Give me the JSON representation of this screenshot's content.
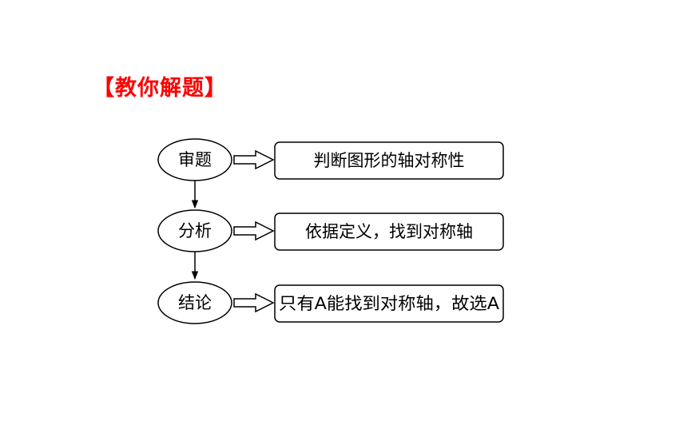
{
  "title": "【教你解题】",
  "colors": {
    "title": "#ff0000",
    "stroke": "#000000",
    "background": "#ffffff"
  },
  "steps": [
    {
      "label": "审题",
      "description": "判断图形的轴对称性"
    },
    {
      "label": "分析",
      "description": "依据定义，找到对称轴"
    },
    {
      "label": "结论",
      "description": "只有A能找到对称轴，故选A"
    }
  ]
}
